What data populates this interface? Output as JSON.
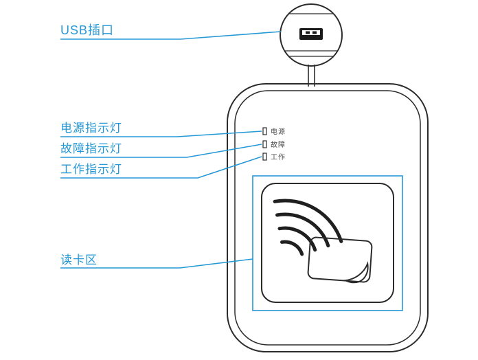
{
  "colors": {
    "accent": "#2598d6",
    "outline": "#2b2b2b",
    "led_text": "#4a4a4a",
    "background": "#ffffff"
  },
  "diagram": {
    "callouts": [
      {
        "id": "usb-port",
        "label": "USB插口"
      },
      {
        "id": "power-led",
        "label": "电源指示灯"
      },
      {
        "id": "fault-led",
        "label": "故障指示灯"
      },
      {
        "id": "work-led",
        "label": "工作指示灯"
      },
      {
        "id": "card-area",
        "label": "读卡区"
      }
    ],
    "led_labels": {
      "power": "电源",
      "fault": "故障",
      "work": "工作"
    }
  }
}
